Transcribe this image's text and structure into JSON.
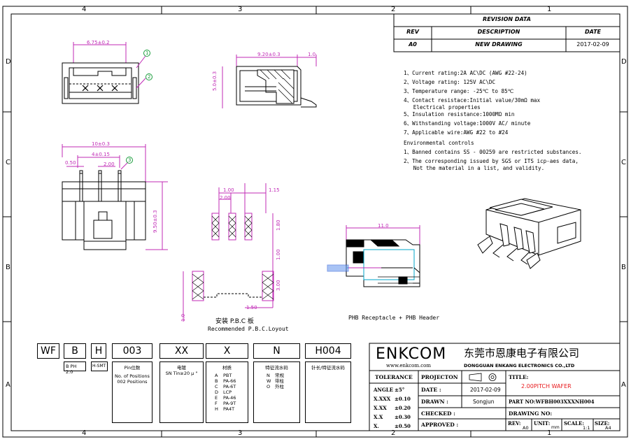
{
  "zones": {
    "top": [
      "4",
      "3",
      "2",
      "1"
    ],
    "bottom": [
      "4",
      "3",
      "2",
      "1"
    ],
    "left": [
      "D",
      "C",
      "B",
      "A"
    ],
    "right": [
      "D",
      "C",
      "B",
      "A"
    ]
  },
  "revision": {
    "title": "REVISION DATA",
    "headers": [
      "REV",
      "DESCRIPTION",
      "DATE"
    ],
    "row": [
      "A0",
      "NEW DRAWING",
      "2017-02-09"
    ]
  },
  "specs": [
    "1、Current rating:2A AC\\DC (AWG #22-24)",
    "2、Voltage rating: 125V AC\\DC",
    "3、Temperature range: -25℃ to 85℃",
    "4、Contact resistace:Initial value/30mΩ max",
    "   Electrical properties",
    "5、Insulation resistance:1000MΩ min",
    "6、Withstanding voltage:1000V AC/ minute",
    "7、Applicable wire:AWG #22 to #24",
    "Environmental controls",
    "1、Banned contains SS - 00259 are restricted substances.",
    "2、The corresponding issued by SGS or ITS icp-aes data,",
    "   Not the material in a list, and validity."
  ],
  "dims": {
    "top_width": "6.75±0.2",
    "side_length": "9.20±0.3",
    "side_small": "1.0",
    "side_height": "5.0±0.3",
    "front_width": "10±0.3",
    "pin_span": "4±0.15",
    "pin_w": "0.50",
    "pitch": "2.00",
    "front_height": "9.50±0.3",
    "pcb_1": "1.00",
    "pcb_2": "2.00",
    "pcb_3": "1.15",
    "pcb_4": "1.80",
    "pcb_5": "1.00",
    "pcb_6": "3.00",
    "pcb_7": "1.50",
    "pcb_8": "1.0",
    "mate_len": "11.0"
  },
  "markers": [
    "1",
    "2",
    "3"
  ],
  "captions": {
    "pcb_cn": "安装 P.B.C 板",
    "pcb_en": "Recommended P.B.C.Loyout",
    "mating": "PHB Receptacle + PHB Header"
  },
  "part_code": {
    "boxes": [
      "WF",
      "B",
      "H",
      "003",
      "XX",
      "X",
      "N",
      "H004"
    ],
    "sub_b": "B  PH 2.0",
    "sub_h": "H-SMT",
    "pins_title": "Pin位数",
    "pins_lines": [
      "No. of Positions",
      "002  Positions"
    ],
    "plating_title": "电镀",
    "plating_value": "SN Tin≥20 μ \"",
    "material_title": "材质",
    "material_codes": [
      "A",
      "B",
      "C",
      "D",
      "E",
      "F",
      "H"
    ],
    "material_values": [
      "PBT",
      "PA-66",
      "PA-6T",
      "LCP",
      "PA-46",
      "PA-9T",
      "PA4T"
    ],
    "feature_title": "特征流水码",
    "feature_codes": [
      "N",
      "W",
      "O"
    ],
    "feature_values": [
      "常规",
      "带柱",
      "外柱"
    ],
    "pinlen_title": "针长/特征流水码"
  },
  "title_block": {
    "company": "ENKCOM",
    "company_cn": "东莞市恩康电子有限公司",
    "website": "www.enkcom.com",
    "company_en": "DONGGUAN ENKANG ELECTRONICS CO.,LTD",
    "tolerance_label": "TOLERANCE",
    "tolerances": [
      [
        "ANGLE",
        "±5°"
      ],
      [
        "X.XXX",
        "±0.10"
      ],
      [
        "X.XX",
        "±0.20"
      ],
      [
        "X.X",
        "±0.30"
      ],
      [
        "X.",
        "±0.50"
      ]
    ],
    "projection_label": "PROJECTON",
    "date_label": "DATE :",
    "date_value": "2017-02-09",
    "drawn_label": "DRAWN :",
    "drawn_value": "Songjun",
    "checked_label": "CHECKED :",
    "approved_label": "APPROVED :",
    "title_label": "TITLE:",
    "title_value": "2.00PITCH WAFER",
    "part_no": "PART NO:WFBH003XXXNH004",
    "drawing_no_label": "DRAWING NO:",
    "rev_label": "REV:",
    "rev_value": "A0",
    "unit_label": "UNIT:",
    "unit_value": "mm",
    "scale_label": "SCALE:",
    "scale_value": "1:1",
    "size_label": "SIZE:",
    "size_value": "A4"
  }
}
